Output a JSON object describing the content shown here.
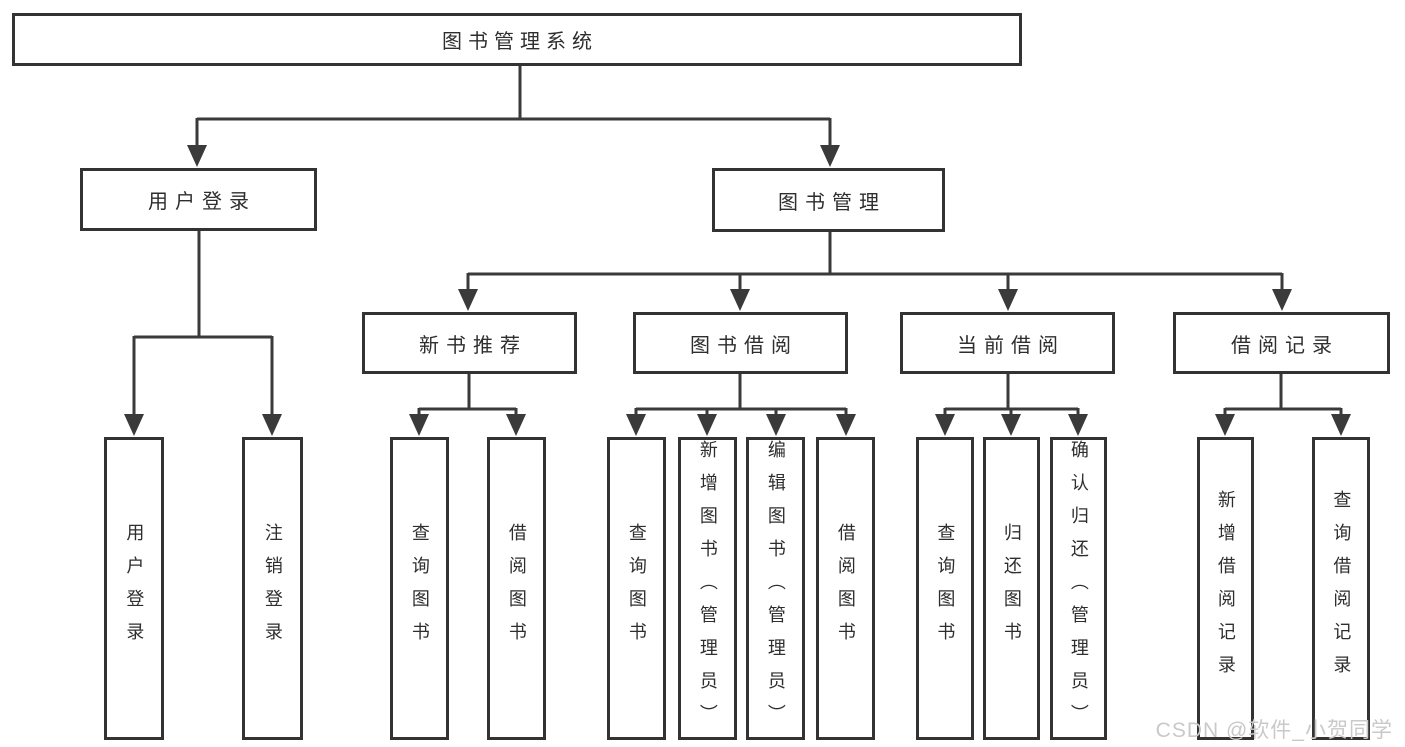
{
  "tree": {
    "root": "图书管理系统",
    "branches": {
      "user_login": {
        "label": "用户登录",
        "children": [
          "用户登录",
          "注销登录"
        ]
      },
      "book_management": {
        "label": "图书管理",
        "sections": {
          "new_book_recommend": {
            "label": "新书推荐",
            "children": [
              "查询图书",
              "借阅图书"
            ]
          },
          "book_borrow": {
            "label": "图书借阅",
            "children": [
              "查询图书",
              "新增图书（管理员）",
              "编辑图书（管理员）",
              "借阅图书"
            ]
          },
          "current_borrow": {
            "label": "当前借阅",
            "children": [
              "查询图书",
              "归还图书",
              "确认归还（管理员）"
            ]
          },
          "borrow_record": {
            "label": "借阅记录",
            "children": [
              "新增借阅记录",
              "查询借阅记录"
            ]
          }
        }
      }
    }
  },
  "watermark": "CSDN @软件_小贺同学",
  "colors": {
    "line": "#3a3a3a",
    "box_border": "#333333",
    "text": "#2e2e2e",
    "background": "#ffffff",
    "watermark": "#c9c9c9"
  }
}
